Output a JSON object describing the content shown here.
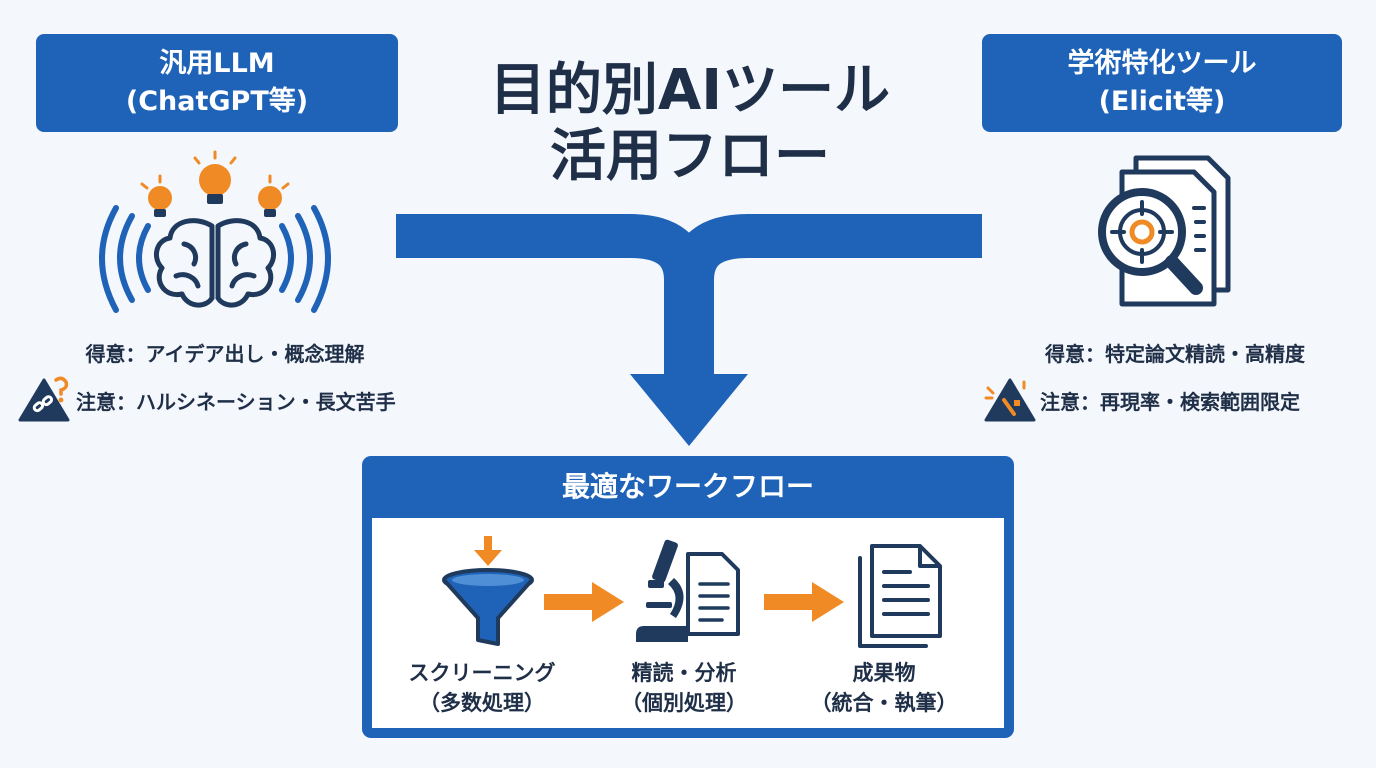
{
  "title": {
    "line1": "目的別AIツール",
    "line2": "活用フロー"
  },
  "llm": {
    "name": "汎用LLM",
    "example": "(ChatGPT等)",
    "strength": "得意：アイデア出し・概念理解",
    "caution": "注意：ハルシネーション・長文苦手",
    "icon": "brain-with-lightbulbs-icon"
  },
  "academic": {
    "name": "学術特化ツール",
    "example": "(Elicit等)",
    "strength": "得意：特定論文精読・高精度",
    "caution": "注意：再現率・検索範囲限定",
    "icon": "document-magnifier-target-icon"
  },
  "workflow": {
    "title": "最適なワークフロー",
    "steps": [
      {
        "name": "スクリーニング",
        "detail": "（多数処理）",
        "icon": "funnel-icon"
      },
      {
        "name": "精読・分析",
        "detail": "（個別処理）",
        "icon": "microscope-document-icon"
      },
      {
        "name": "成果物",
        "detail": "（統合・執筆）",
        "icon": "documents-icon"
      }
    ]
  },
  "colors": {
    "primary_blue": "#1f63b8",
    "dark_navy": "#1f3a5c",
    "accent_orange": "#f08a24",
    "background": "#f4f7fb"
  }
}
